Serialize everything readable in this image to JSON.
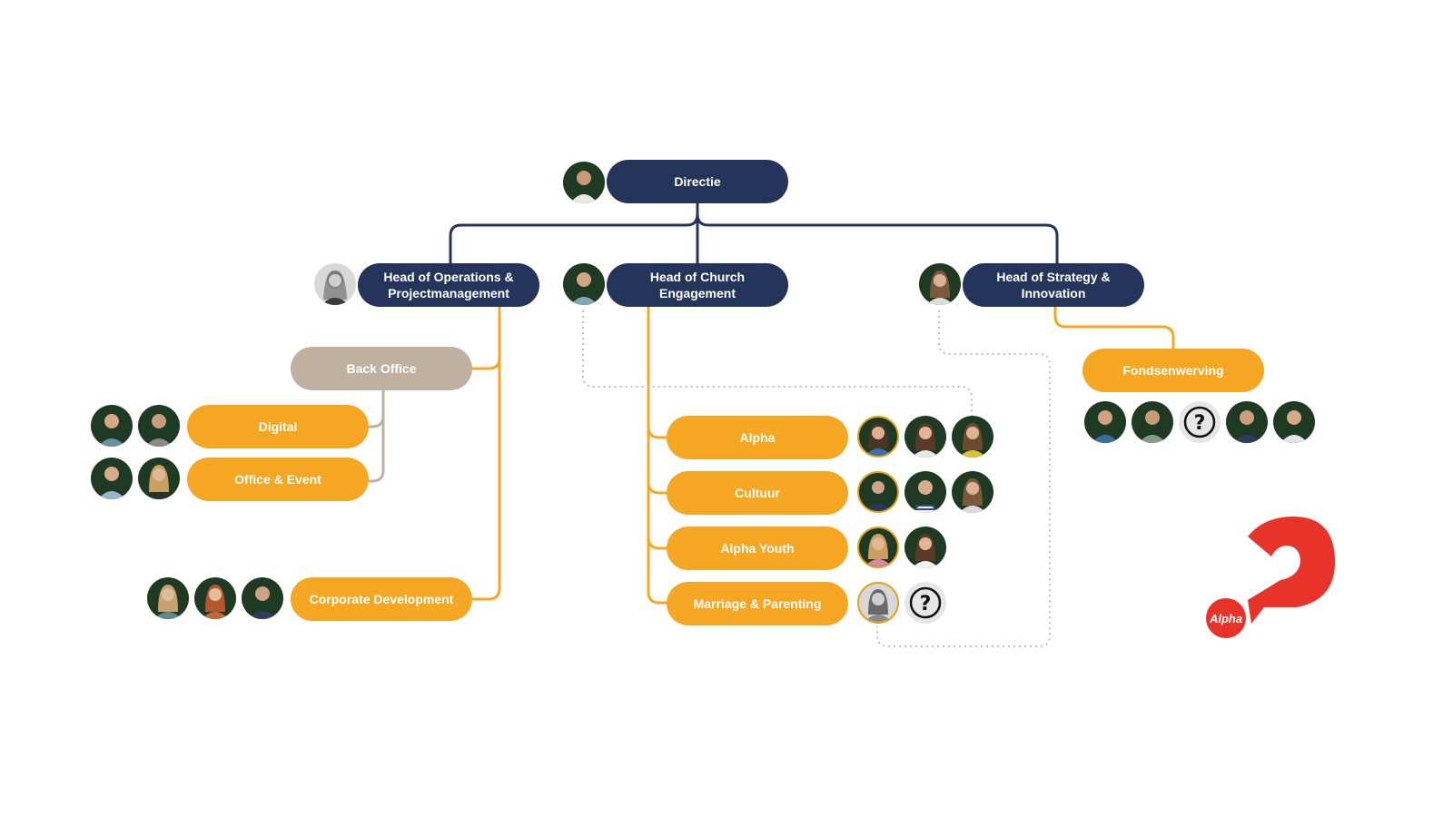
{
  "nodes": {
    "directie": "Directie",
    "head_operations": "Head of Operations & Projectmanagement",
    "head_church": "Head of Church Engagement",
    "head_strategy": "Head of Strategy & Innovation",
    "back_office": "Back Office",
    "digital": "Digital",
    "office_event": "Office & Event",
    "corporate_development": "Corporate Development",
    "alpha": "Alpha",
    "cultuur": "Cultuur",
    "alpha_youth": "Alpha Youth",
    "marriage_parenting": "Marriage & Parenting",
    "fondsenwerving": "Fondsenwerving"
  },
  "logo": {
    "text": "Alpha",
    "color": "#e8332a"
  },
  "unknown_symbol": "?",
  "colors": {
    "navy": "#25345a",
    "orange": "#f5a623",
    "tan": "#bfb0a0",
    "logo_red": "#e8332a"
  },
  "icons": {
    "person": "person-photo-icon",
    "unknown": "question-mark-icon"
  }
}
